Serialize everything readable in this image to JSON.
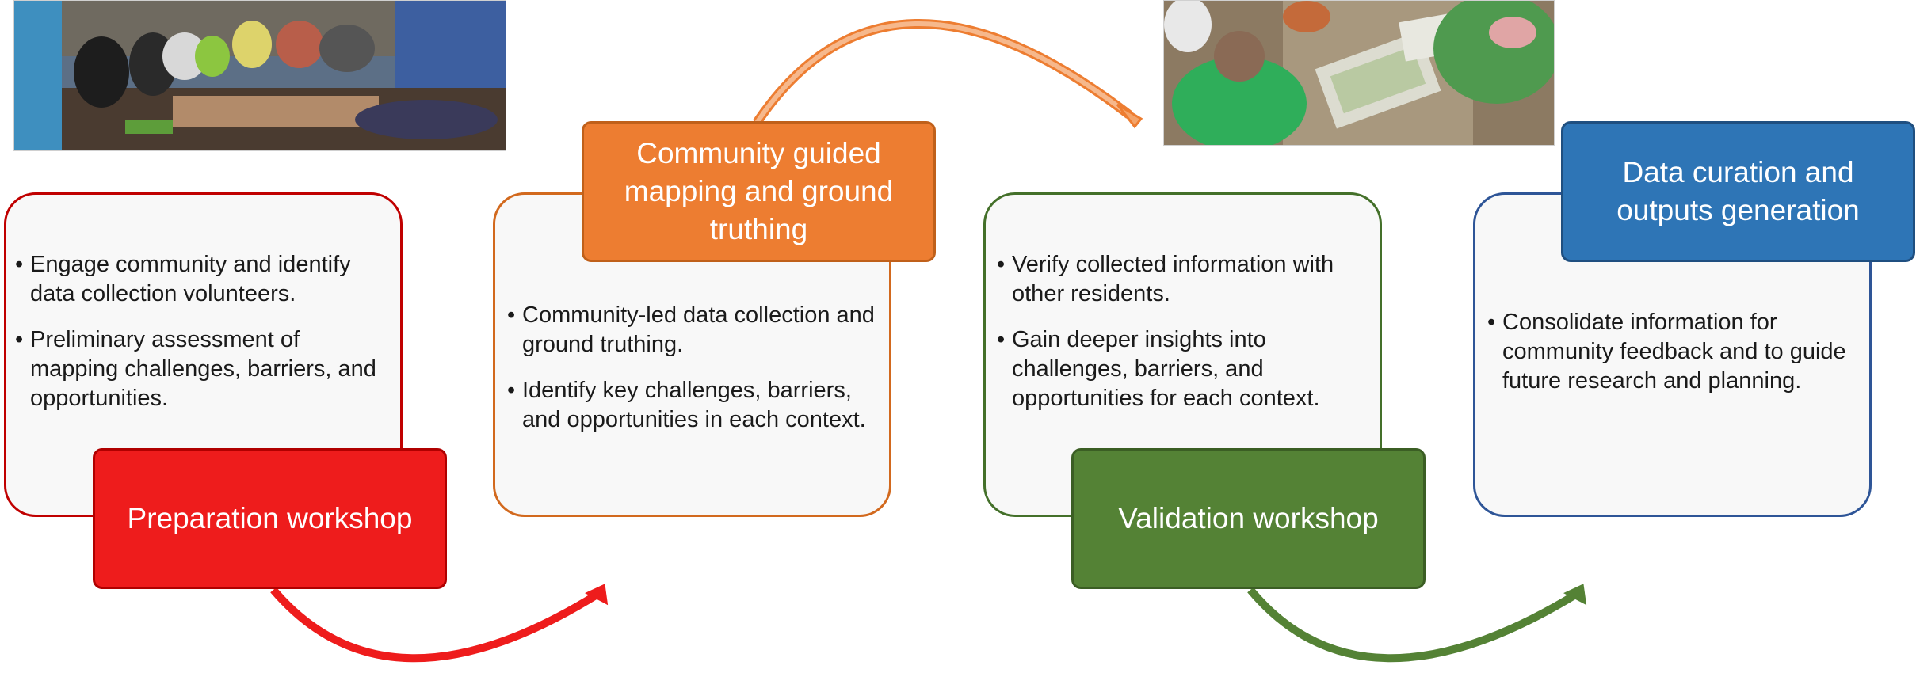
{
  "steps": [
    {
      "title": "Preparation workshop",
      "color": "#ee1c1c",
      "bullets": [
        "Engage community and identify data collection volunteers.",
        "Preliminary assessment of mapping challenges, barriers, and opportunities."
      ]
    },
    {
      "title": "Community guided mapping and ground truthing",
      "color": "#ed7d31",
      "bullets": [
        "Community-led data collection and ground truthing.",
        "Identify key challenges, barriers, and opportunities in each context."
      ]
    },
    {
      "title": "Validation workshop",
      "color": "#548235",
      "bullets": [
        "Verify collected information with other residents.",
        "Gain deeper insights into challenges, barriers, and opportunities for each context."
      ]
    },
    {
      "title": "Data curation and outputs generation",
      "color": "#2e75b6",
      "bullets": [
        "Consolidate information for community feedback and to guide future research and planning."
      ]
    }
  ],
  "arrow_colors": [
    "#ee1c1c",
    "#f4a46a",
    "#548235"
  ]
}
